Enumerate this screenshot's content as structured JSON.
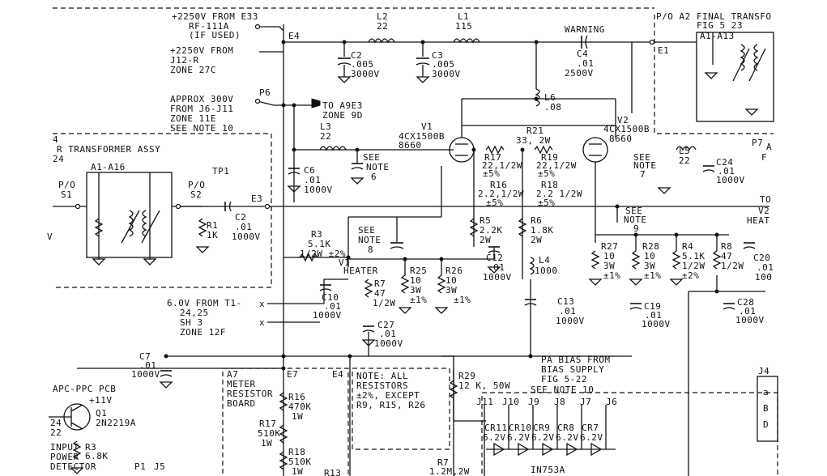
{
  "labels": {
    "feed_2250_e33": "+2250V FROM E33",
    "rf111a": "RF-111A",
    "if_used": "(IF USED)",
    "e4_top": "E4",
    "feed_2250_j12": "+2250V FROM",
    "j12r": "J12-R",
    "zone27c": "ZONE 27C",
    "l2": "L2",
    "l2v": "22",
    "l1": "L1",
    "l1v": "115",
    "warning": "WARNING",
    "c2": "C2",
    "c2a": ".005",
    "c2b": "3000V",
    "c3": "C3",
    "c3a": ".005",
    "c3b": "3000V",
    "c4": "C4",
    "c4a": ".01",
    "c4b": "2500V",
    "final_hdr": "P/O A2 FINAL TRANSFO",
    "fig523": "FIG 5 23",
    "a1a13": "A1-A13",
    "e1": "E1",
    "approx": "APPROX 300V",
    "p6": "P6",
    "fromj6": "FROM J6-J11",
    "zone11e": "ZONE 11E",
    "seenote10": "SEE NOTE 10",
    "toa9e3": "TO A9E3",
    "zone9d": "ZONE 9D",
    "l6": "L6",
    "l6v": ".08",
    "l3": "L3",
    "l3v": "22",
    "v1": "V1",
    "v1t": "4CX1500B",
    "v1n": "8660",
    "r21": "R21",
    "r21v": "33, 2W",
    "v2": "V2",
    "v2t": "4CX1500B",
    "v2n": "8660",
    "xfmr_hdr_a": "4",
    "xfmr_hdr": "R TRANSFORMER ASSY",
    "xfmr_hdr_b": "24",
    "a1a16": "A1-A16",
    "po_s1": "P/O",
    "s1": "S1",
    "po_s2": "P/O",
    "s2": "S2",
    "tp1": "TP1",
    "e3": "E3",
    "r1": "R1",
    "r1v": "1K",
    "c2b_lbl": "C2",
    "c2b_a": ".01",
    "c2b_b": "1000V",
    "c6": "C6",
    "c6a": ".01",
    "c6b": "1000V",
    "see6a": "SEE",
    "see6b": "NOTE",
    "see6c": "6",
    "r17": "R17",
    "r17v": "22,1/2W",
    "r17t": "±5%",
    "r16": "R16",
    "r16v": "2.2,1/2W",
    "r16t": "±5%",
    "r19": "R19",
    "r19v": "22,1/2W",
    "r19t": "±5%",
    "r18": "R18",
    "r18v": "2.2 1/2W",
    "r18t": "±5%",
    "see7a": "SEE",
    "see7b": "NOTE",
    "see7c": "7",
    "l5": "L5",
    "l5v": "22",
    "c24": "C24",
    "c24a": ".01",
    "c24b": "1000V",
    "p7": "P7",
    "p7a": "A",
    "p7b": "F",
    "to_lbl": "TO",
    "v2h": "V2",
    "heat": "HEAT",
    "see9a": "SEE",
    "see9b": "NOTE",
    "see9c": "9",
    "r5": "R5",
    "r5v": "2.2K",
    "r5w": "2W",
    "r6": "R6",
    "r6v": "1.8K",
    "r6w": "2W",
    "r3": "R3",
    "r3v": "5.1K",
    "r3t": "1/2W ±2%",
    "see8a": "SEE",
    "see8b": "NOTE",
    "see8c": "8",
    "v1h": "V1",
    "heater": "HEATER",
    "r25": "R25",
    "r25v": "10",
    "r25w": "3W",
    "r25t": "±1%",
    "r26": "R26",
    "r26v": "10",
    "r26w": "3W",
    "r26t": "±1%",
    "c12": "C12",
    "c12a": ".01",
    "c12b": "1000V",
    "l4": "L4",
    "l4v": "1000",
    "r27": "R27",
    "r27v": "10",
    "r27w": "3W",
    "r27t": "±1%",
    "r28": "R28",
    "r28v": "10",
    "r28w": "3W",
    "r28t": "±1%",
    "r4": "R4",
    "r4v": "5.1K",
    "r4w": "1/2W",
    "r4t": "±2%",
    "r8": "R8",
    "r8v": "47",
    "r8w": "1/2W",
    "c20": "C20",
    "c20a": ".01",
    "c20b": "100",
    "r7a": "R7",
    "r7av": "47",
    "r7aw": "1/2W",
    "c10": "C10",
    "c10a": ".01",
    "c10b": "1000V",
    "sixv": "6.0V FROM T1-",
    "t24": "24,25",
    "sh3": "SH 3",
    "zone12f": "ZONE 12F",
    "c27": "C27",
    "c27a": ".01",
    "c27b": "1000V",
    "c13": "C13",
    "c13a": ".01",
    "c13b": "1000V",
    "c19": "C19",
    "c19a": ".01",
    "c19b": "1000V",
    "c28": "C28",
    "c28a": ".01",
    "c28b": "1000V",
    "pabias": "PA BIAS FROM",
    "biassup": "BIAS SUPPLY",
    "fig522": "FIG 5-22",
    "c7": "C7",
    "c7a": ".01",
    "c7b": "1000V",
    "a7": "A7",
    "meter": "METER",
    "resistor": "RESISTOR",
    "board": "BOARD",
    "e7": "E7",
    "e4b": "E4",
    "r16b": "R16",
    "r16bv": "470K",
    "r16bw": "1W",
    "r17b": "R17",
    "r17bv": "510K",
    "r17bw": "1W",
    "r18b": "R18",
    "r18bv": "510K",
    "r18bw": "1W",
    "r13": "R13",
    "note1": "NOTE: ALL",
    "note2": "RESISTORS",
    "note3": "±2%, EXCEPT",
    "note4": "R9, R15, R26",
    "r29": "R29",
    "r29v": "12 K, 50W",
    "seenote10b": "SEE NOTE 10",
    "j11": "J11",
    "j10": "J10",
    "j9": "J9",
    "j8": "J8",
    "j7": "J7",
    "j6": "J6",
    "cr11": "CR11",
    "cr10": "CR10",
    "cr9": "CR9",
    "cr8": "CR8",
    "cr7": "CR7",
    "v62": "6.2V",
    "in753": "IN753A",
    "r7b": "R7",
    "r7bv": "1.2M,2W",
    "apc": "APC-PPC PCB",
    "p11v": "+11V",
    "q1": "Q1",
    "q1t": "2N2219A",
    "n24": "24",
    "n22": "22",
    "r3b": "R3",
    "r3bv": "6.8K",
    "input": "INPUT",
    "power": "POWER",
    "detector": "DETECTOR",
    "p1": "P1",
    "j5": "J5",
    "j4": "J4",
    "ja": "a",
    "jb": "B",
    "jd": "D",
    "side_v": "V"
  }
}
